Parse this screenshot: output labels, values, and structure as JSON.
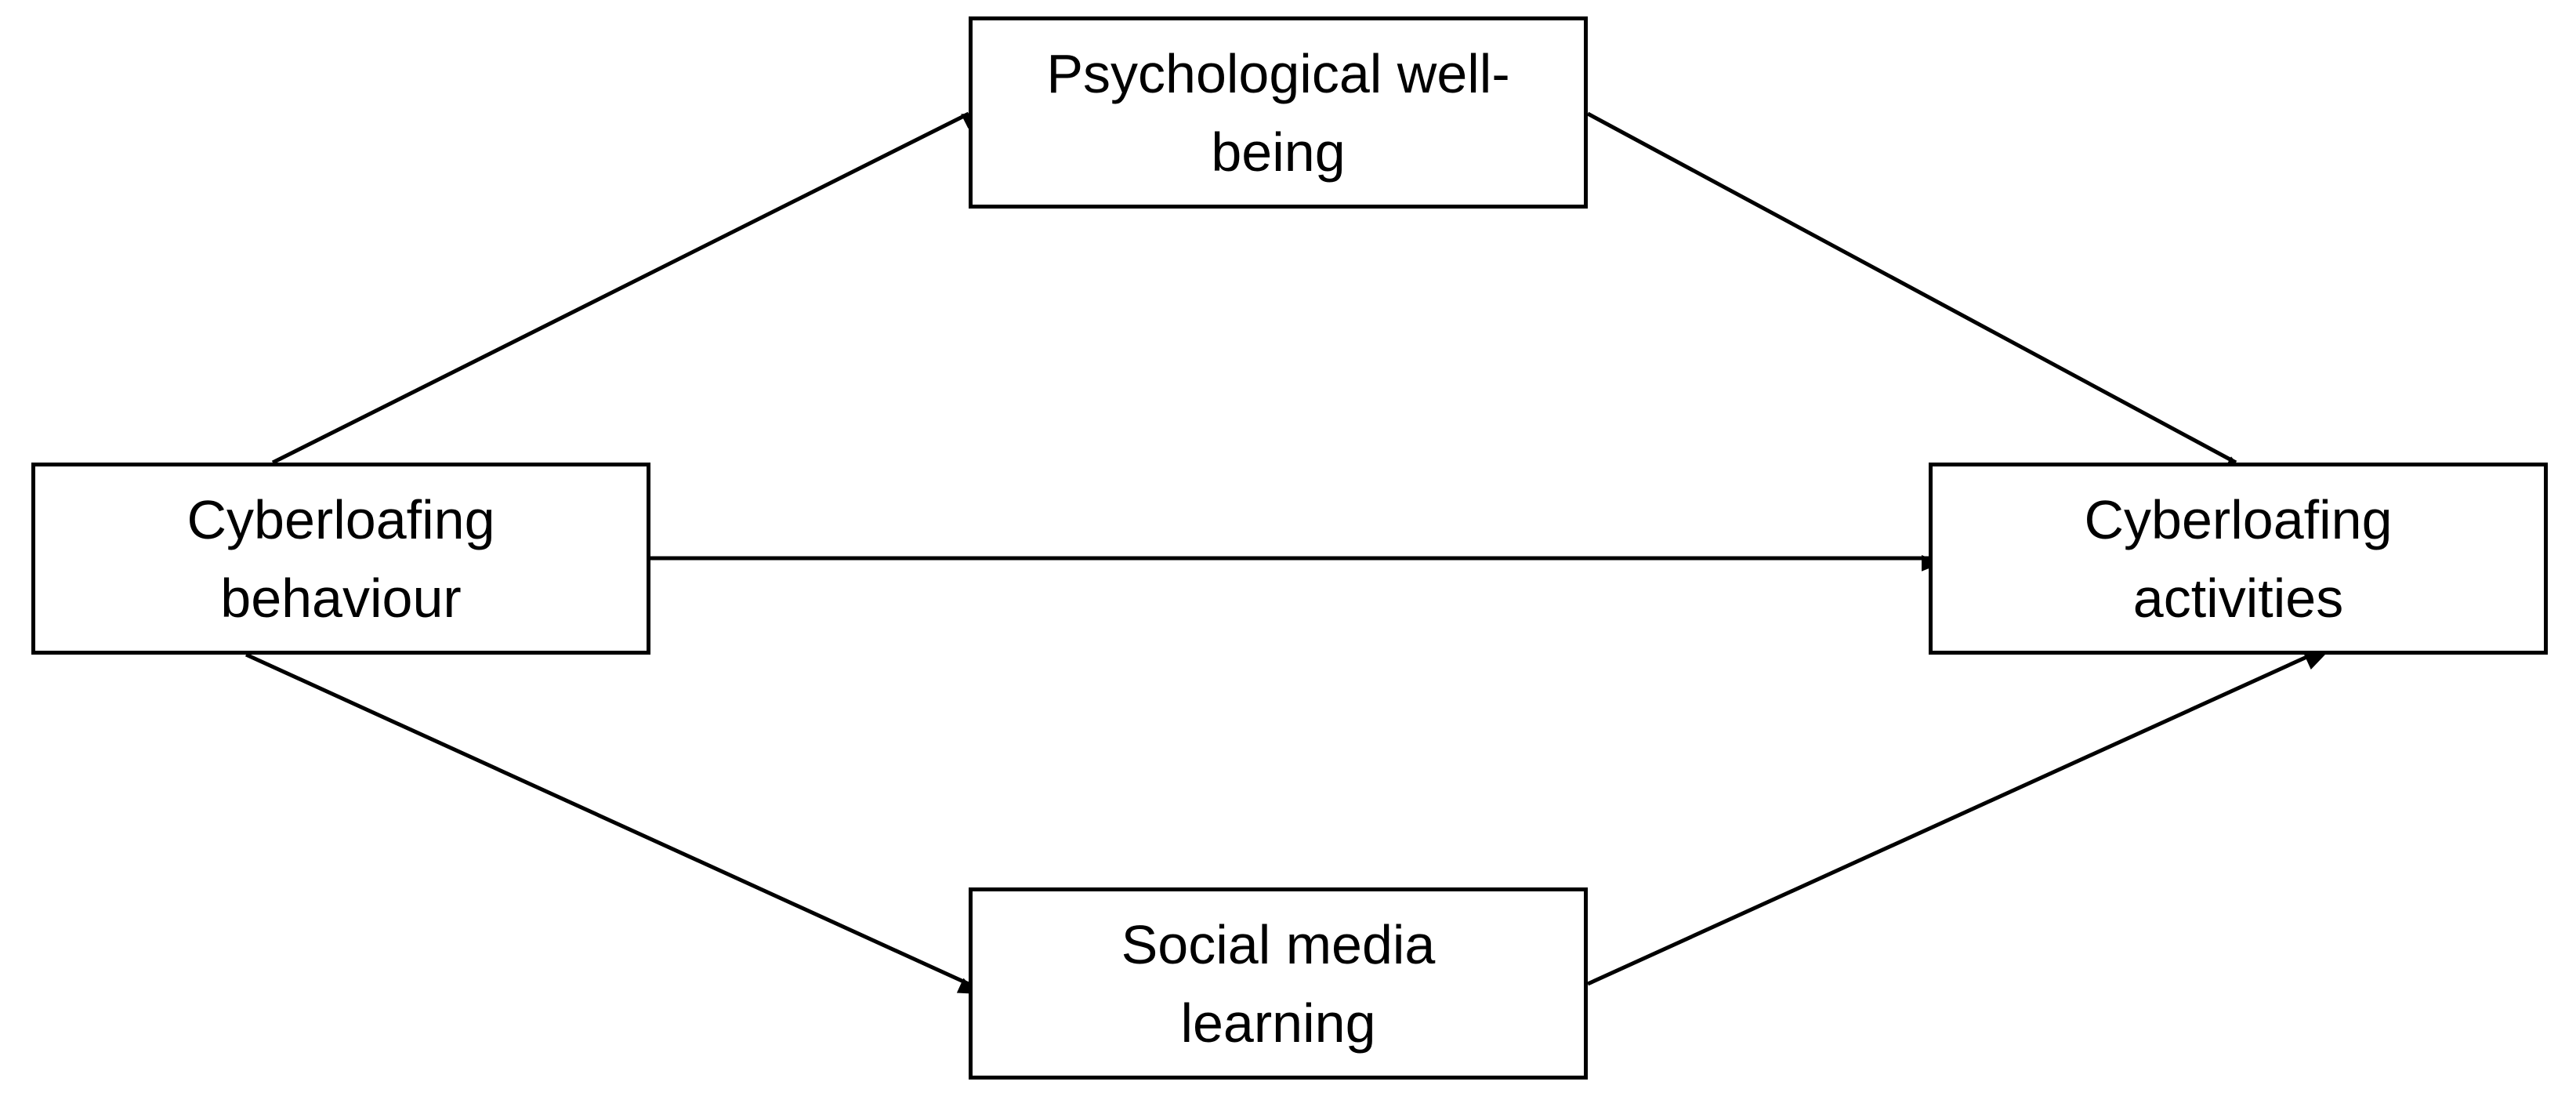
{
  "nodes": {
    "wellbeing": {
      "line1": "Psychological well-",
      "line2": "being"
    },
    "behaviour": {
      "line1": "Cyberloafing",
      "line2": "behaviour"
    },
    "activities": {
      "line1": "Cyberloafing",
      "line2": "activities"
    },
    "social": {
      "line1": "Social media",
      "line2": "learning"
    }
  },
  "edges": [
    {
      "from": "behaviour",
      "to": "wellbeing"
    },
    {
      "from": "wellbeing",
      "to": "activities"
    },
    {
      "from": "behaviour",
      "to": "activities"
    },
    {
      "from": "behaviour",
      "to": "social"
    },
    {
      "from": "social",
      "to": "activities"
    }
  ],
  "colors": {
    "stroke": "#000000",
    "background": "#ffffff"
  }
}
